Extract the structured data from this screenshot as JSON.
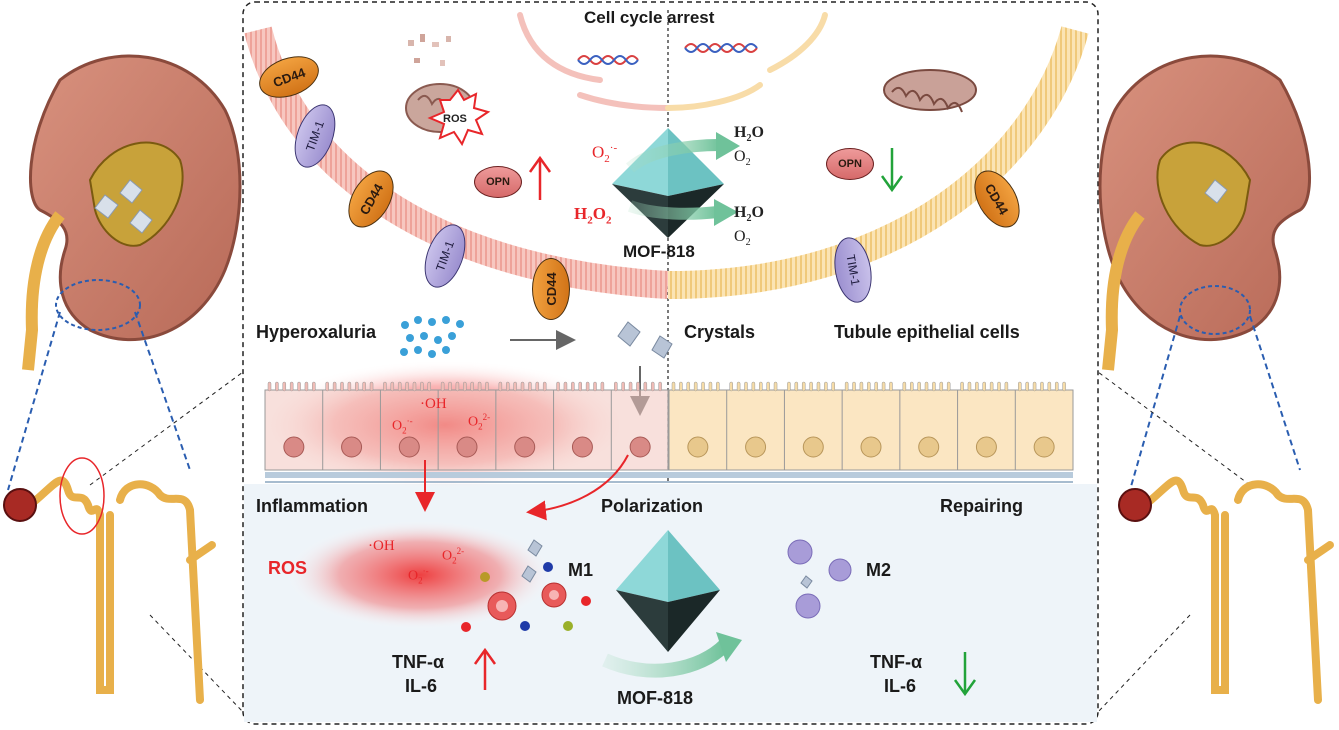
{
  "top": {
    "cell_cycle_arrest": "Cell cycle arrest",
    "mof_top": "MOF-818",
    "o2_minus": "O",
    "o2_minus_sup": "·-",
    "o2_minus_sub": "2",
    "h2o2": "H",
    "h2o2_sub1": "2",
    "h2o2_mid": "O",
    "h2o2_sub2": "2",
    "product_h2o_1": "H",
    "product_h2o_1_sub": "2",
    "product_h2o_1_end": "O",
    "product_o2_1": "O",
    "product_o2_1_sub": "2",
    "product_h2o_2": "H",
    "product_h2o_2_sub": "2",
    "product_h2o_2_end": "O",
    "product_o2_2": "O",
    "product_o2_2_sub": "2",
    "ros_label": "ROS",
    "opn_left": "OPN",
    "opn_right": "OPN",
    "receptors": {
      "cd44_1": "CD44",
      "cd44_2": "CD44",
      "cd44_3": "CD44",
      "cd44_4": "CD44",
      "tim1_1": "TIM-1",
      "tim1_2": "TIM-1",
      "tim1_3": "TIM-1"
    }
  },
  "middle": {
    "hyperoxaluria": "Hyperoxaluria",
    "crystals": "Crystals",
    "tubule_cells": "Tubule epithelial cells",
    "oh": "·OH",
    "o2": "O",
    "o2_sub": "2",
    "o2_sup": "·-",
    "o22": "O",
    "o22_sub": "2",
    "o22_sup": "2-"
  },
  "bottom": {
    "inflammation": "Inflammation",
    "polarization": "Polarization",
    "repairing": "Repairing",
    "ros": "ROS",
    "oh": "·OH",
    "o22": "O",
    "o22_sub": "2",
    "o22_sup": "2-",
    "o2": "O",
    "o2_sub": "2",
    "o2_sup": "·-",
    "m1": "M1",
    "m2": "M2",
    "tnf_left": "TNF-α",
    "il6_left": "IL-6",
    "tnf_right": "TNF-α",
    "il6_right": "IL-6",
    "mof_bottom": "MOF-818"
  },
  "colors": {
    "up_arrow": "#e8262a",
    "down_arrow": "#22a33a",
    "mof_light": "#7fd0d0",
    "mof_dark": "#1f2f2f",
    "membrane_left": "#f3b7b0",
    "membrane_right": "#f5d79a",
    "kidney_cortex": "#c8806e",
    "tubule": "#e8b04a"
  }
}
